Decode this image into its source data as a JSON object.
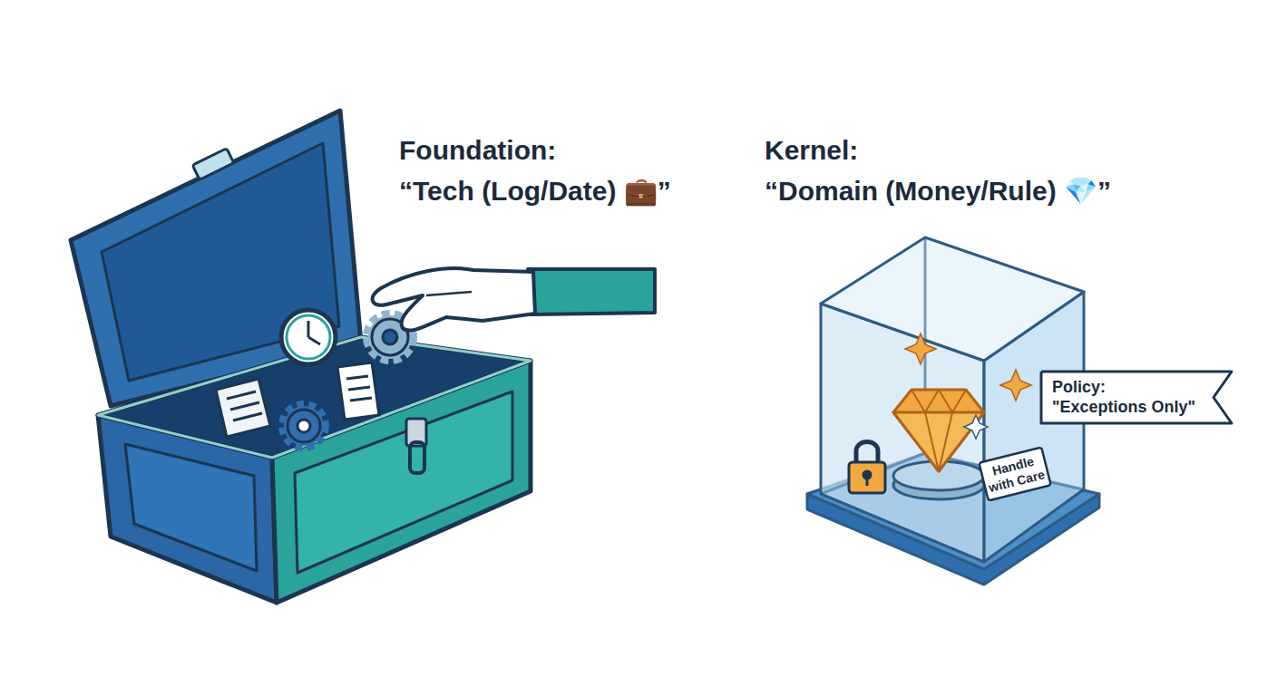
{
  "diagram": {
    "nodes": [
      {
        "text": [
          "Policy: \"Exceptions Only\""
        ]
      },
      {
        "text": [
          "Handle with Care"
        ]
      }
    ],
    "labels": [
      "Foundation:",
      "“Tech (Log/Date) 💼”",
      "Kernel:",
      "“Domain (Money/Rule) 💎”"
    ]
  }
}
